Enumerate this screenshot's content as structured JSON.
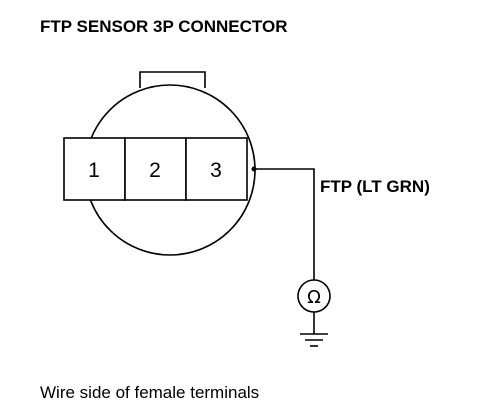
{
  "title": "FTP SENSOR 3P CONNECTOR",
  "connector": {
    "terminals": [
      "1",
      "2",
      "3"
    ]
  },
  "wire": {
    "label": "FTP (LT GRN)"
  },
  "meter": {
    "symbol": "Ω"
  },
  "caption": "Wire side of female terminals"
}
